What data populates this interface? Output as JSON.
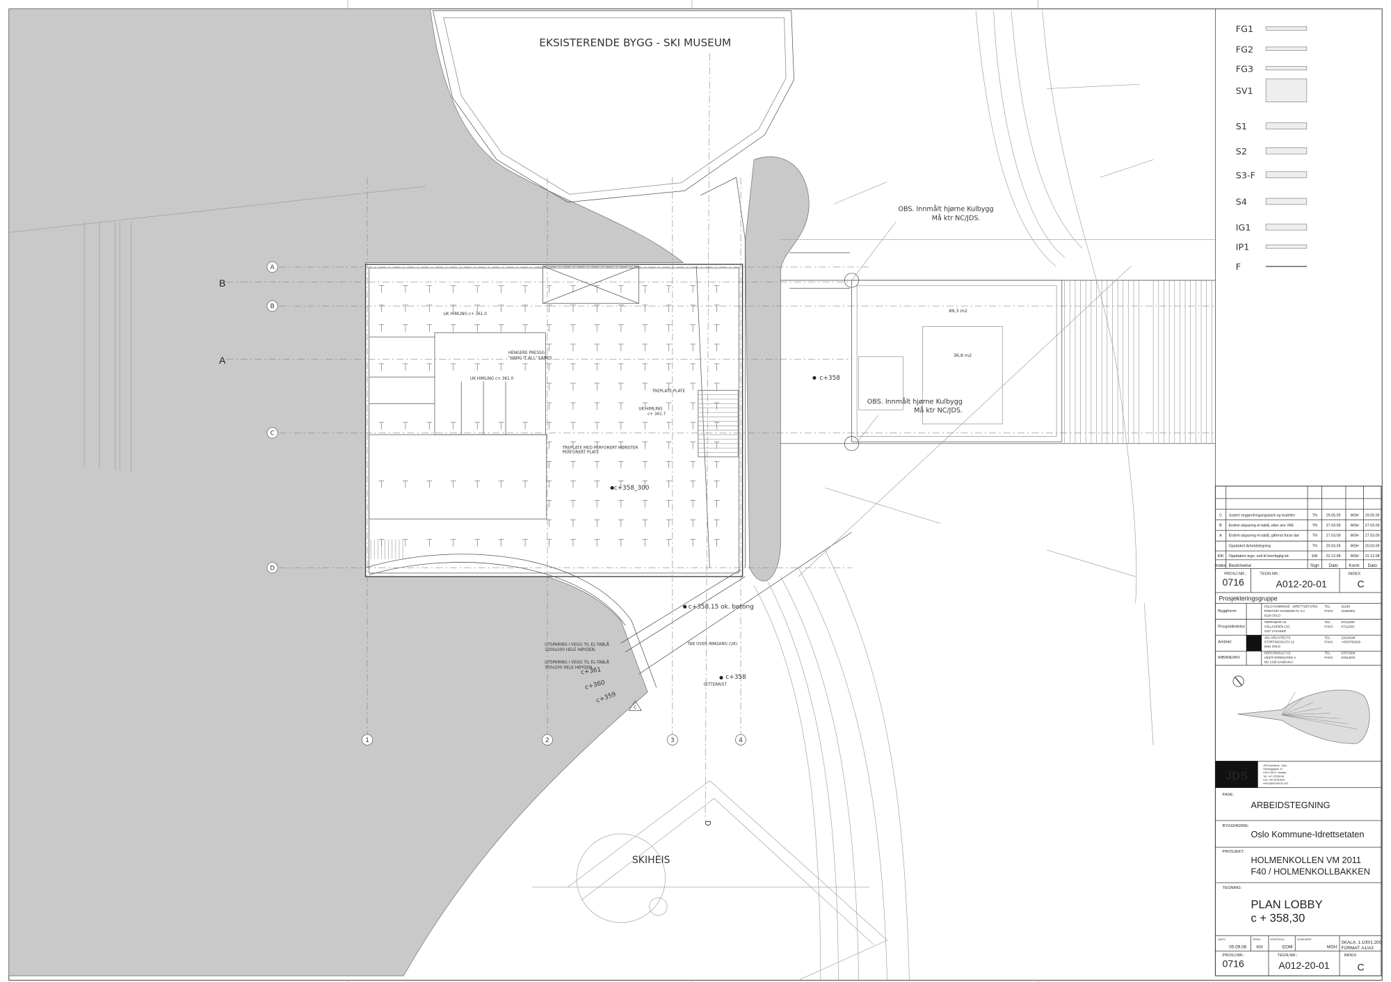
{
  "drawing": {
    "museum_label": "EKSISTERENDE BYGG - SKI MUSEUM",
    "skiheis_label": "SKIHEIS",
    "section_marks": [
      "B",
      "A"
    ],
    "grid_rows": [
      "A",
      "B",
      "C",
      "D"
    ],
    "grid_cols": [
      "1",
      "2",
      "3",
      "4"
    ],
    "obs_note_line1": "OBS. Innmålt hjørne Kulbygg",
    "obs_note_line2": "Må ktr NC/JDS.",
    "area_large": "89,3 m2",
    "area_small": "36,8 m2",
    "labels": {
      "uk_himling_1": "UK HIMLING c+ 361.0",
      "uk_himling_2": "UK HIMLING c+ 361.0",
      "uk_himling_3": "UK HIMLING",
      "uk_himling_3b": "c+ 361.7",
      "hengere_1": "HENGERE PRESSG",
      "hengere_2": "\"HANG IT ALL\" EAMES",
      "treplate": "TREPLATE PLATE",
      "treplate_perf_1": "TREPLATE MED PERFORERT MØNSTER",
      "treplate_perf_2": "PERFORERT PLATE",
      "level_lobby": "c+358_300",
      "level_entrance": "c+358.15 ok. betong",
      "gitterrist": "GITTERRIST",
      "tak_over_inngang": "TAK OVER INNGANG (UK)",
      "utsparing_1a": "UTSPARING I VEGG TIL EL-TABLÅ",
      "utsparing_1b": "1200x200  HELE HØYDEN.",
      "utsparing_2a": "UTSPARING I VEGG TIL EL-TABLÅ",
      "utsparing_2b": "300x200  HELE HØYDEN.",
      "level_361": "c+361",
      "level_360": "c+360",
      "level_359": "c+359",
      "level_358a": "c+358",
      "level_358b": "c+358",
      "section_c": "C",
      "section_d": "D"
    }
  },
  "legend": [
    "FG1",
    "FG2",
    "FG3",
    "SV1",
    "S1",
    "S2",
    "S3-F",
    "S4",
    "IG1",
    "IP1",
    "F"
  ],
  "title_block": {
    "revisions": [
      {
        "index": "C",
        "desc": "Justert vegger/inngangsparti og toaletter",
        "sign": "TN",
        "date": "29.05.09",
        "kontr": "MSH",
        "kdate": "29.05.09"
      },
      {
        "index": "B",
        "desc": "Endret utsparing el-tablå, etter anv. RIE",
        "sign": "TN",
        "date": "27.03.09",
        "kontr": "MSH",
        "kdate": "27.03.09"
      },
      {
        "index": "A",
        "desc": "Endret utsparing el-tablå, gitterist foran dør",
        "sign": "TN",
        "date": "27.03.09",
        "kontr": "MSH",
        "kdate": "27.03.09"
      },
      {
        "index": "",
        "desc": "Oppdatert Arbeidstegning",
        "sign": "TN",
        "date": "20.03.09",
        "kontr": "MSH",
        "kdate": "20.03.09"
      },
      {
        "index": "IDK",
        "desc": "Oppdatere tegn. sett til tverrfaglig ktr.",
        "sign": "EM",
        "date": "22.12.08",
        "kontr": "MSH",
        "kdate": "22.12.08"
      }
    ],
    "rev_headers": {
      "index": "Index",
      "desc": "Beskrivelse",
      "sign": "Sign",
      "date": "Dato",
      "kontr": "Kontr.",
      "kdate": "Dato"
    },
    "prosj_label": "PROSJ.NR.:",
    "prosj_nr": "0716",
    "tegn_label": "TEGN.NR.:",
    "tegn_nr": "A012-20-01",
    "index_label": "INDEX",
    "index": "C",
    "group_title": "Prosjekteringsgruppe",
    "group": [
      {
        "role": "Byggherre",
        "l1": "OSLO KOMMUNE - IDRETTSETATEN",
        "l2": "FRIDTJOF NANSENS PL 3,4",
        "l3": "0116  OSLO",
        "tel": "02180",
        "faks": "23462001"
      },
      {
        "role": "Prosjektledelse",
        "l1": "TERRAMAR AS",
        "l2": "VOLLSVEIEN 13C",
        "l3": "1327 LYSAKER",
        "tel": "67111500",
        "faks": "67111501"
      },
      {
        "role": "Arkitekt",
        "l1": "JDS ARCHITECTS",
        "l2": "STORTINGSGATA 12",
        "l3": "0161 OSLO",
        "tel": "21518148",
        "faks": "+4533781029"
      },
      {
        "role": "RIB/RIE/RIV",
        "l1": "NORCONSULT AS",
        "l2": "VESTFJORDGATEN 4",
        "l3": "NO 1338 SANDVIKA",
        "tel": "67571000",
        "faks": "67544576"
      }
    ],
    "tel_label": "TEL:",
    "faks_label": "FAKS:",
    "logo": "JDS",
    "logo_info": [
      "JDS Architects - Oslo",
      "Stortingsgaten 12",
      "0161 OSLO, Norway",
      "Tel: +47 21518148",
      "Fax: +45 33781029",
      "www.jdsarchitects.com"
    ],
    "fase_label": "FASE:",
    "fase": "ARBEIDSTEGNING",
    "byggherre_label": "BYGGHERRE:",
    "byggherre": "Oslo Kommune-Idrettsetaten",
    "prosjekt_label": "PROSJEKT:",
    "prosjekt_1": "HOLMENKOLLEN VM 2011",
    "prosjekt_2": "F40 / HOLMENKOLLBAKKEN",
    "tegning_label": "TEGNING:",
    "tegning_1": "PLAN LOBBY",
    "tegning_2": "c + 358,30",
    "dato_label": "DATO:",
    "dato": "05.09.08",
    "tegn_by_label": "TEGN:",
    "tegn_by": "KH",
    "kontroll_label": "KONTROLL:",
    "kontroll": "EOM",
    "godkjent_label": "GODKJENT:",
    "godkjent": "MSH",
    "skala": "SKALA: 1:100/1:200",
    "format": "FORMAT: A1/A3",
    "prosj_label2": "PROSJ.NR.:",
    "tegn_label2": "TEGN.NR.:",
    "index_label2": "INDEX:"
  }
}
